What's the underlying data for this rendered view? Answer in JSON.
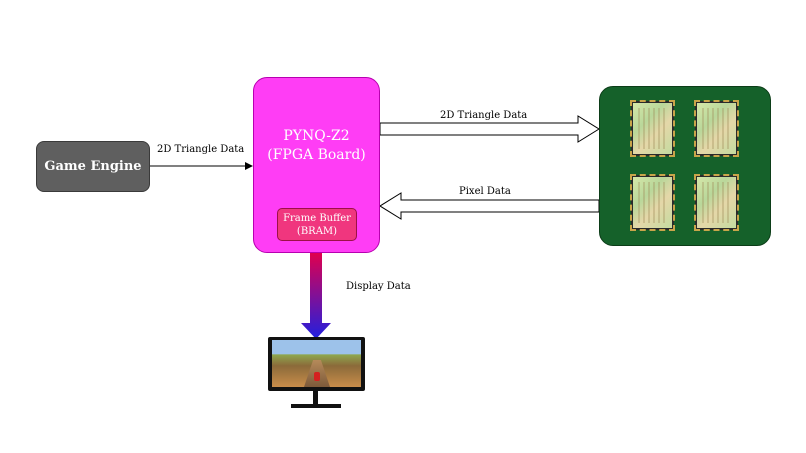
{
  "nodes": {
    "game_engine": "Game Engine",
    "fpga_title_line1": "PYNQ-Z2",
    "fpga_title_line2": "(FPGA Board)",
    "frame_buffer_line1": "Frame Buffer",
    "frame_buffer_line2": "(BRAM)"
  },
  "edges": {
    "engine_to_fpga": "2D Triangle Data",
    "fpga_to_chips": "2D Triangle Data",
    "chips_to_fpga": "Pixel Data",
    "fpga_to_monitor": "Display Data"
  },
  "colors": {
    "game_engine": "#5f5f5f",
    "fpga_board": "#ff3df5",
    "frame_buffer": "#f0367e",
    "chip_board": "#15612a",
    "display_arrow_top": "#e0004e",
    "display_arrow_bottom": "#2020e0"
  },
  "images": {
    "chips": "fpga-chips-image",
    "monitor": "game-monitor-image"
  }
}
